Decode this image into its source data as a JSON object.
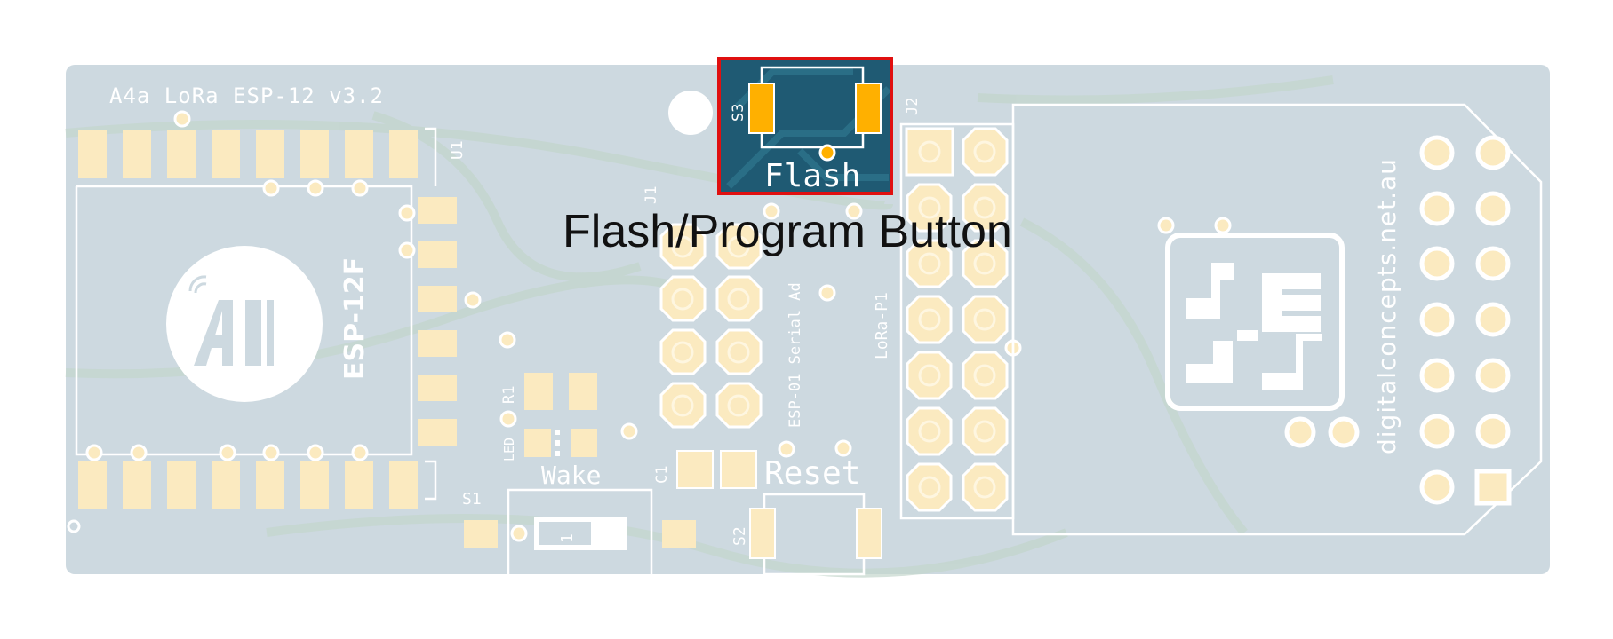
{
  "board": {
    "title": "A4a LoRa ESP-12 v3.2",
    "module_label": "ESP-12F",
    "website": "digitalconcepts.net.au",
    "colors": {
      "board": "#cdd9e0",
      "pad": "#fbeac0",
      "pad_stroke": "#f5ddaa",
      "silk": "#ffffff",
      "trace": "#c6d8cf",
      "highlight_bg": "#1f5a73",
      "highlight_pad": "#ffb000",
      "highlight_border": "#e01010"
    }
  },
  "designators": {
    "u1": "U1",
    "j1": "J1",
    "j2": "J2",
    "r1": "R1",
    "led": "LED",
    "c1": "C1",
    "s1": "S1",
    "s2": "S2",
    "s3": "S3",
    "switch_pin": "1"
  },
  "labels": {
    "wake": "Wake",
    "reset": "Reset",
    "flash": "Flash",
    "j1_desc": "ESP-01 Serial Ad",
    "j2_desc": "LoRa-P1"
  },
  "callout": {
    "text": "Flash/Program Button"
  }
}
